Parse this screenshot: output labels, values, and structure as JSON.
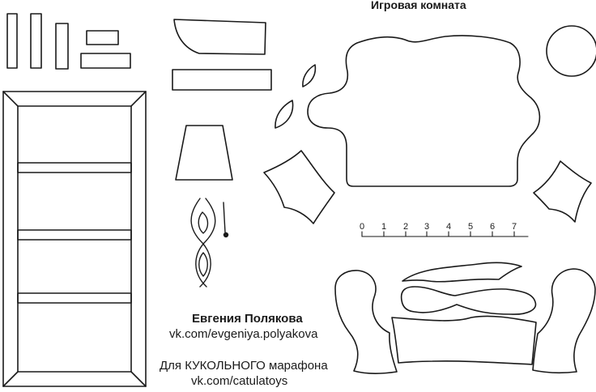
{
  "title": "Игровая комната",
  "author": "Евгения Полякова",
  "author_link": "vk.com/evgeniya.polyakova",
  "marathon_note": "Для КУКОЛЬНОГО марафона",
  "marathon_link": "vk.com/catulatoys",
  "ruler": {
    "labels": [
      "0",
      "1",
      "2",
      "3",
      "4",
      "5",
      "6",
      "7"
    ]
  },
  "colors": {
    "line": "#1a1a1a",
    "paper": "#ffffff"
  }
}
